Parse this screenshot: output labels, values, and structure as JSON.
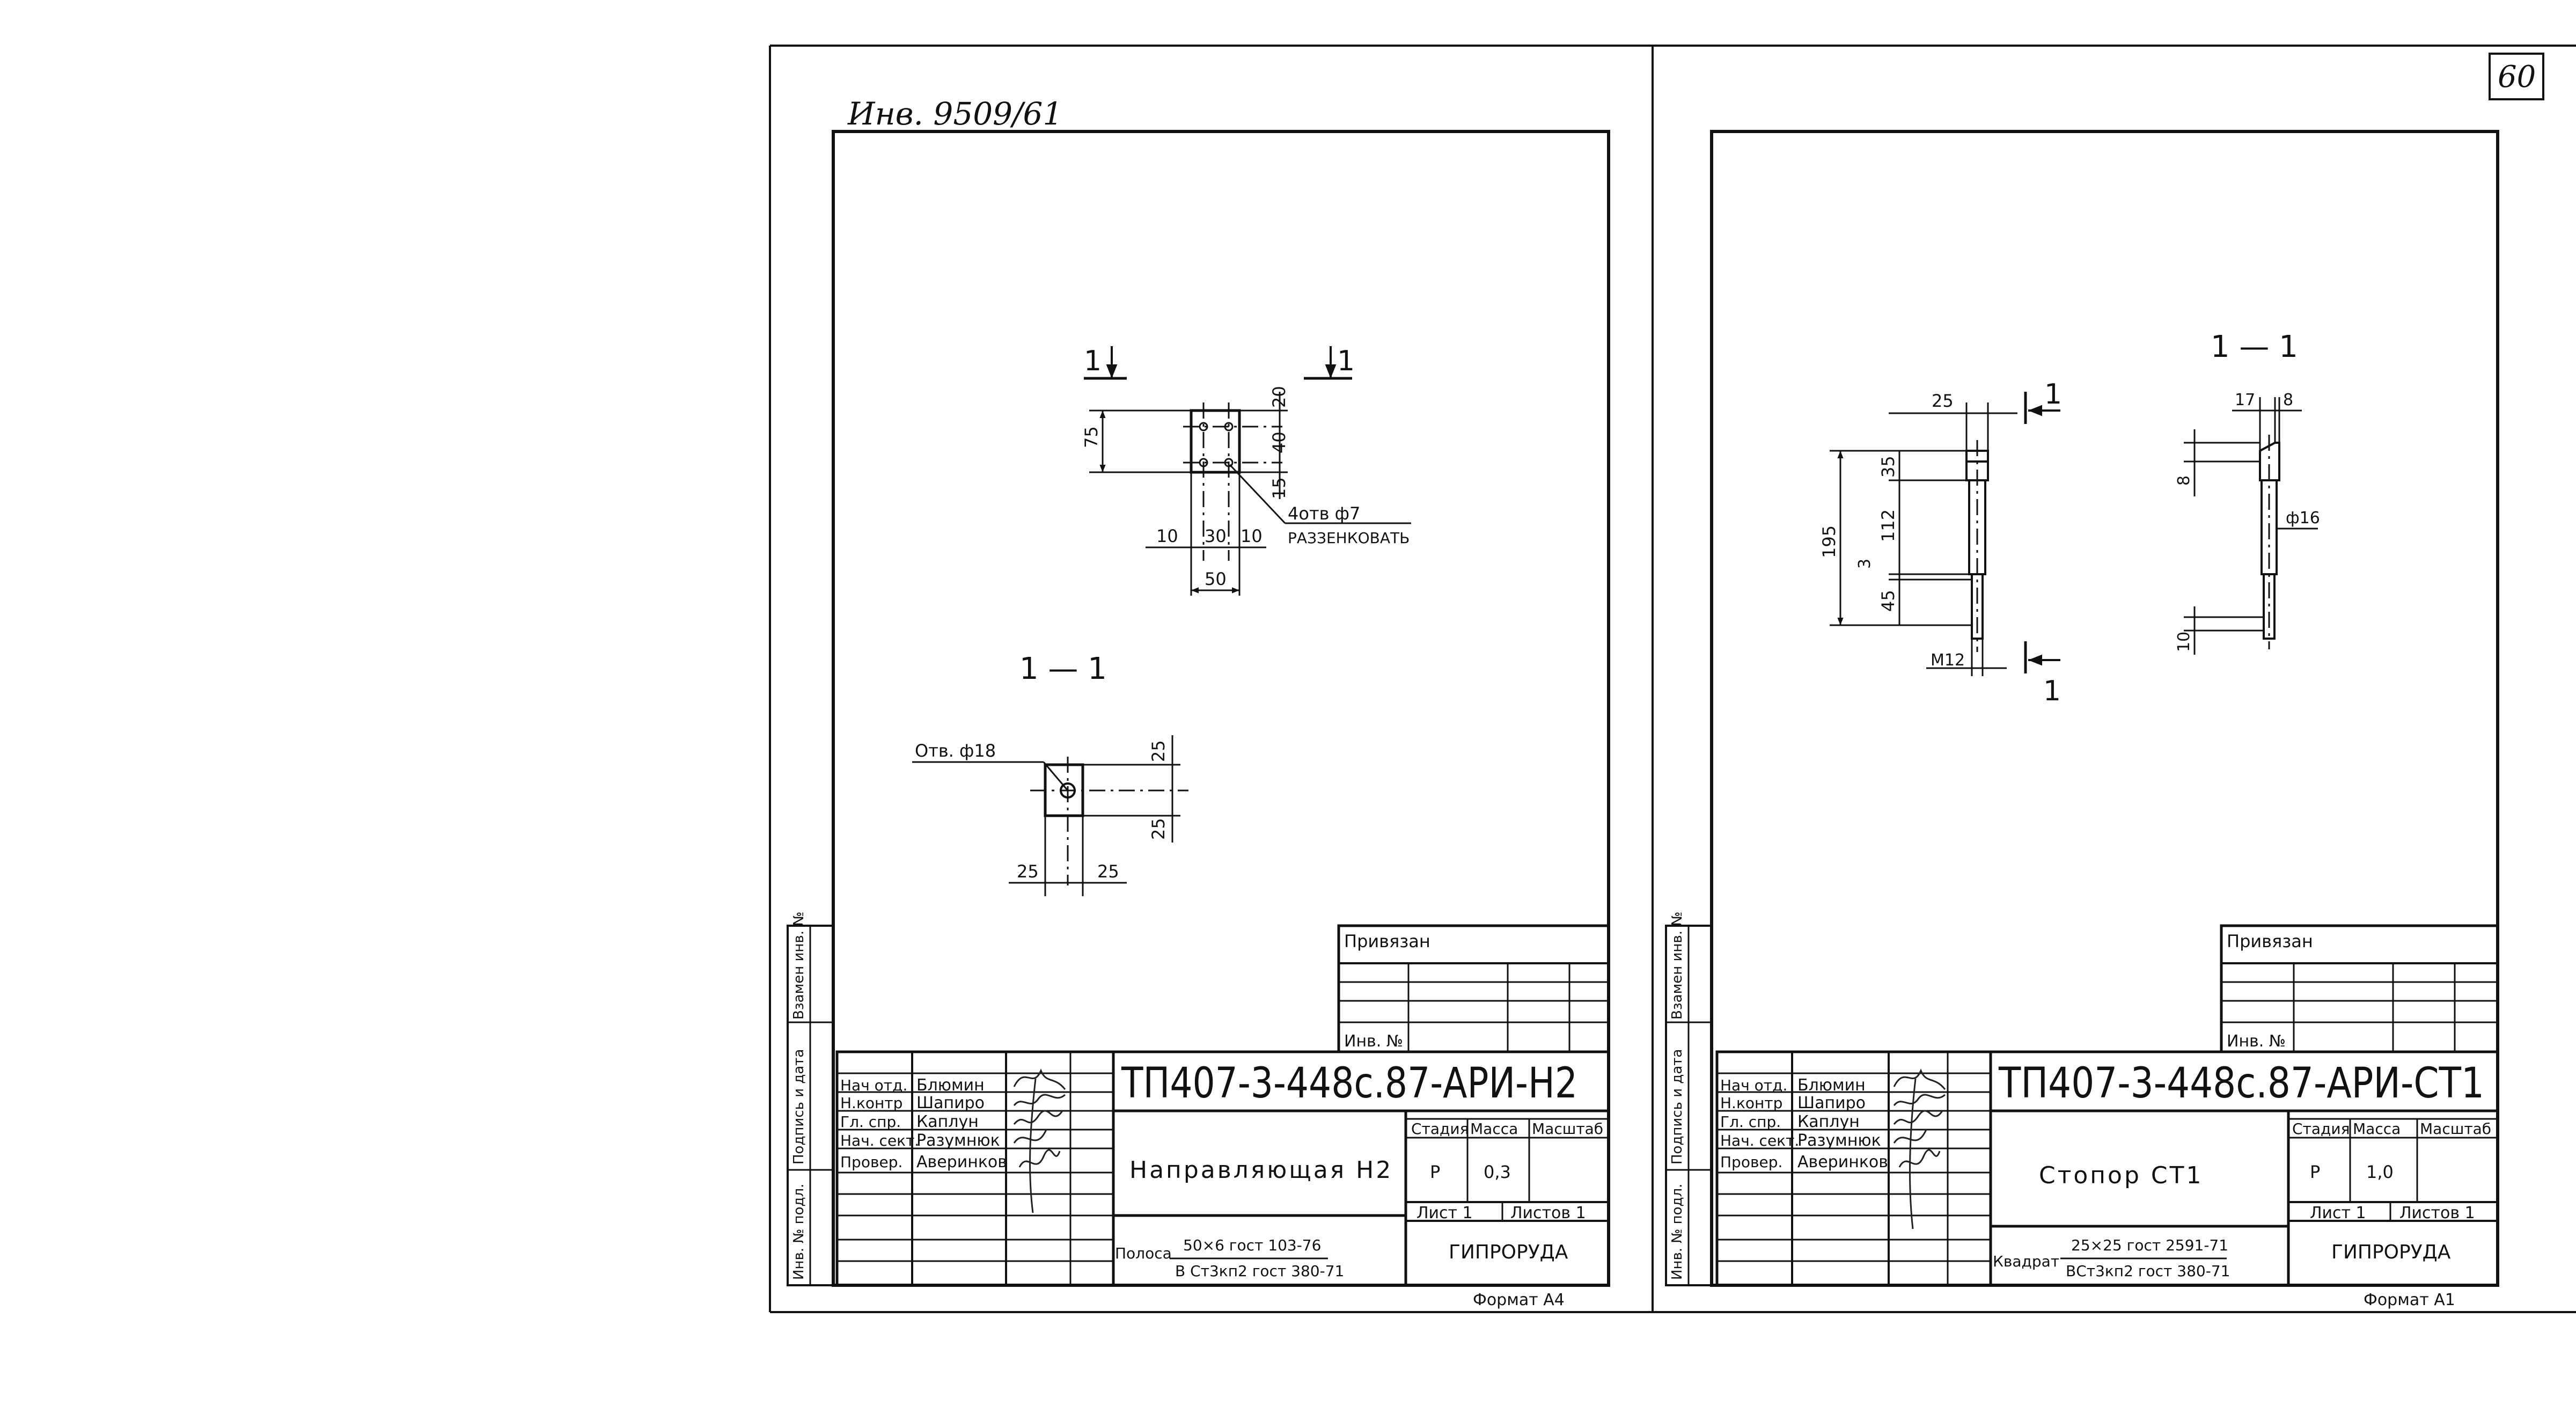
{
  "left_sheet": {
    "archive_no": "Инв. 9509/61",
    "section_label_top_left": "1",
    "section_label_top_right": "1",
    "section_title": "1 — 1",
    "dims_top": {
      "height": "75",
      "top": "20",
      "mid": "40",
      "bottom": "15",
      "edge_l": "10",
      "hole_span": "30",
      "edge_r": "10",
      "width": "50"
    },
    "hole_note_1": "4отв ф7",
    "hole_note_2": "РАЗЗЕНКОВАТЬ",
    "section_hole": "Отв. ф18",
    "dims_section": {
      "top": "25",
      "bottom": "25",
      "left": "25",
      "right": "25"
    },
    "title_block": {
      "privyazan": "Привязан",
      "inv_no": "Инв. №",
      "roles": [
        "Нач отд.",
        "Н.контр",
        "Гл. спр.",
        "Нач. сект.",
        "Провер."
      ],
      "names": [
        "Блюмин",
        "Шапиро",
        "Каплун",
        "Разумнюк",
        "Аверинков"
      ],
      "code": "ТП407-3-448с.87-АРИ-Н2",
      "name": "Направляющая Н2",
      "stage_h": "Стадия",
      "mass_h": "Масса",
      "scale_h": "Масштаб",
      "stage": "Р",
      "mass": "0,3",
      "sheet": "Лист 1",
      "sheets": "Листов 1",
      "material_label": "Полоса",
      "material_top": "50×6 гост 103-76",
      "material_bottom": "В Ст3кп2 гост 380-71",
      "org": "ГИПРОРУДА",
      "format": "Формат А4"
    },
    "side_stamps": [
      "Взамен инв. №",
      "Подпись и дата",
      "Инв. № подл."
    ]
  },
  "right_sheet": {
    "page_no": "60",
    "section_title": "1 — 1",
    "cut_label_top": "1",
    "cut_label_bottom": "1",
    "dims_left": {
      "total": "195",
      "head": "35",
      "shank": "112",
      "gap": "3",
      "thread": "45",
      "width": "25",
      "thread_d": "М12"
    },
    "dims_right": {
      "a": "17",
      "b": "8",
      "c": "8",
      "d": "ф16",
      "e": "10"
    },
    "title_block": {
      "privyazan": "Привязан",
      "inv_no": "Инв. №",
      "roles": [
        "Нач отд.",
        "Н.контр",
        "Гл. спр.",
        "Нач. сект.",
        "Провер."
      ],
      "names": [
        "Блюмин",
        "Шапиро",
        "Каплун",
        "Разумнюк",
        "Аверинков"
      ],
      "code": "ТП407-3-448с.87-АРИ-СТ1",
      "name": "Стопор СТ1",
      "stage_h": "Стадия",
      "mass_h": "Масса",
      "scale_h": "Масштаб",
      "stage": "Р",
      "mass": "1,0",
      "sheet": "Лист 1",
      "sheets": "Листов 1",
      "material_label": "Квадрат",
      "material_top": "25×25 гост 2591-71",
      "material_bottom": "ВСт3кп2 гост 380-71",
      "org": "ГИПРОРУДА",
      "format": "Формат А1"
    },
    "side_stamps": [
      "Взамен инв. №",
      "Подпись и дата",
      "Инв. № подл."
    ]
  }
}
